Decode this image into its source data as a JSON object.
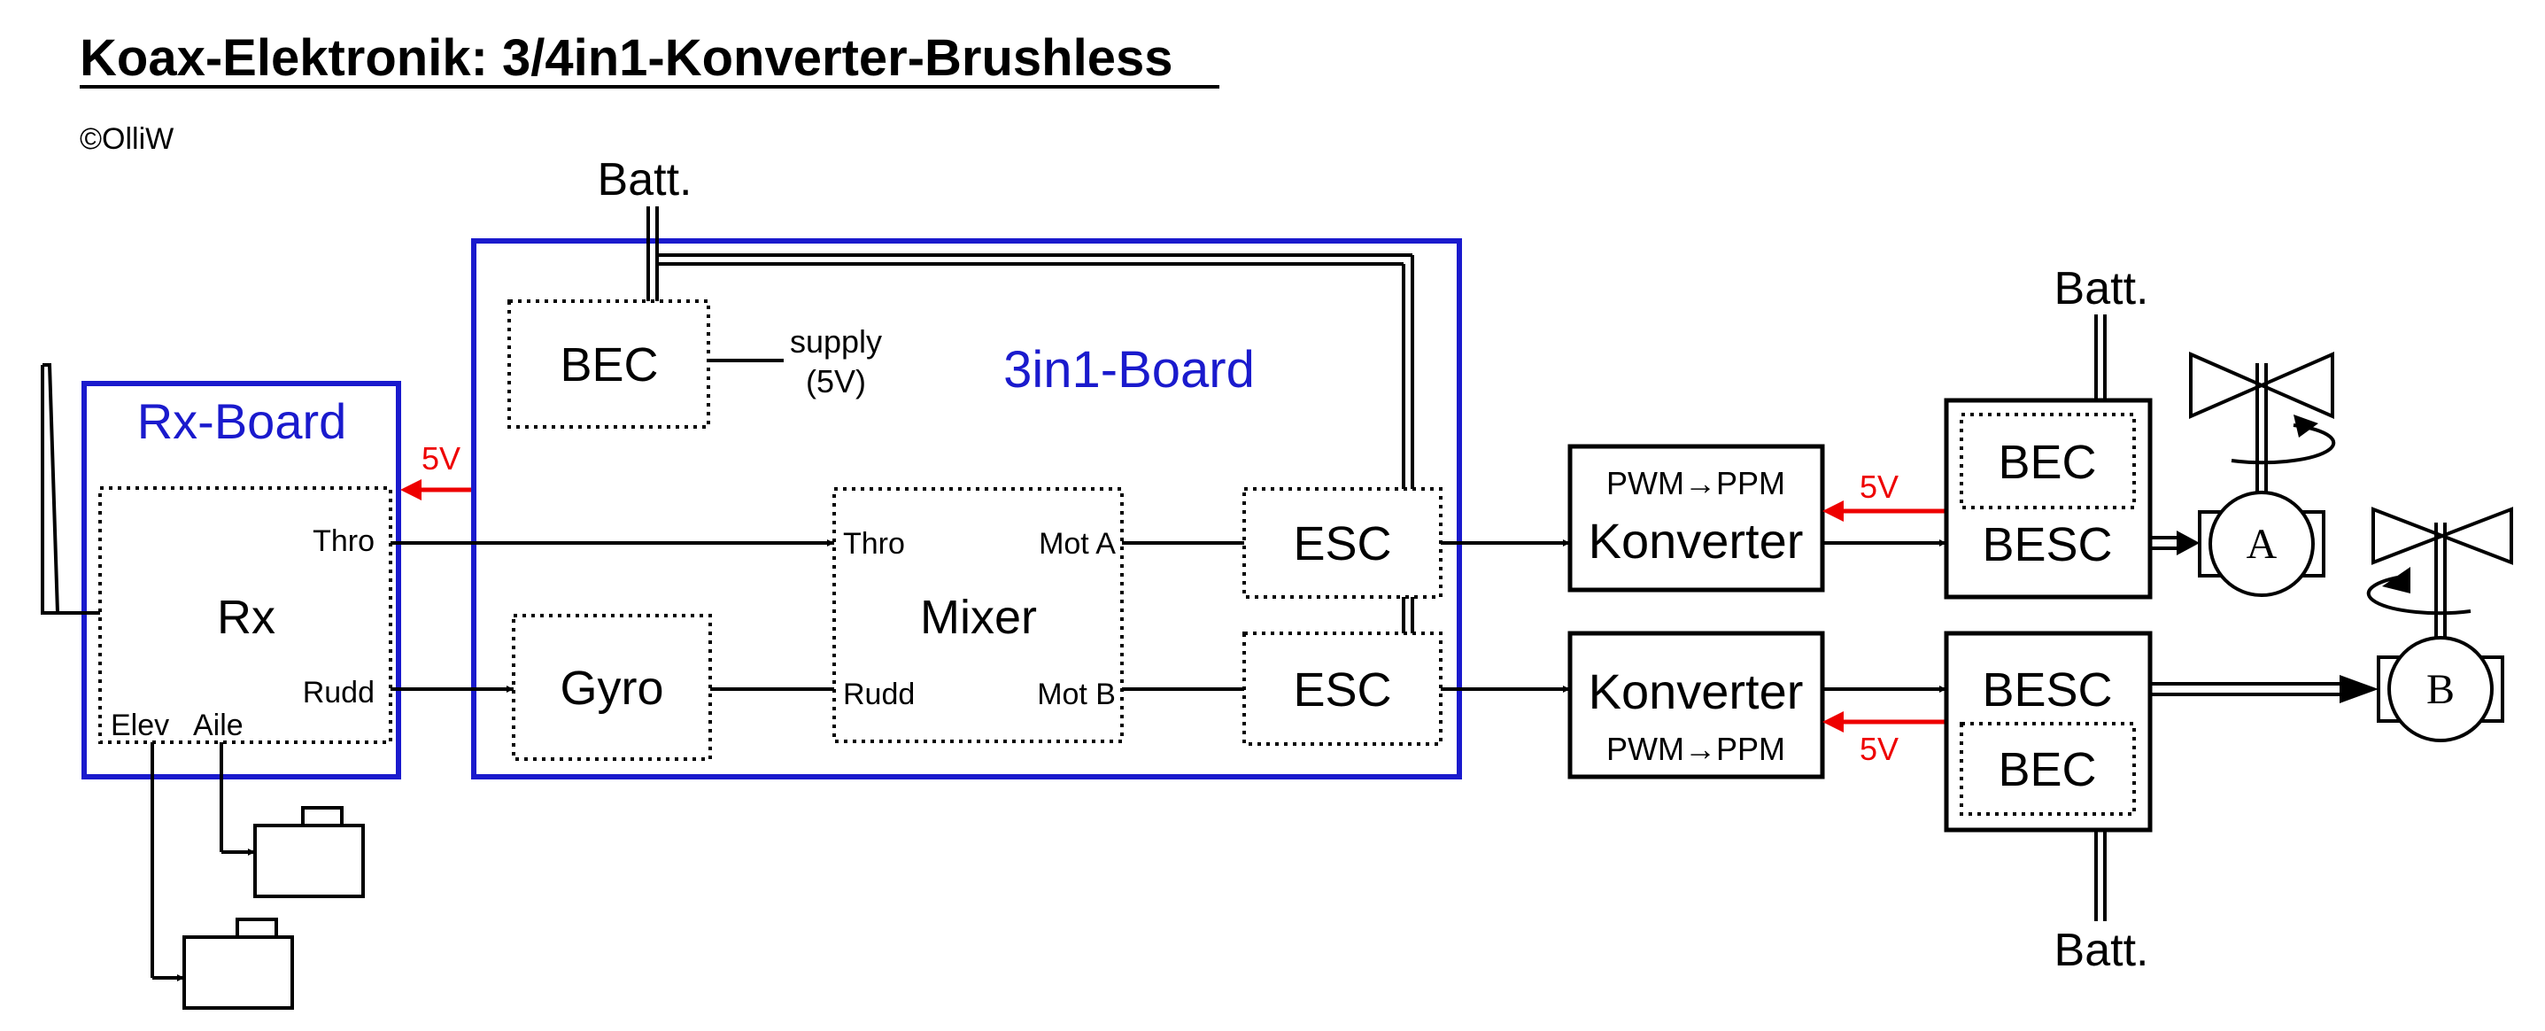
{
  "title": "Koax-Elektronik: 3/4in1-Konverter-Brushless",
  "copyright": "©OlliW",
  "colors": {
    "line": "#000000",
    "board": "#1a1acd",
    "power": "#ee0000",
    "background": "#ffffff"
  },
  "rx_board": {
    "label": "Rx-Board",
    "rx": {
      "label": "Rx",
      "thro": "Thro",
      "rudd": "Rudd",
      "elev": "Elev",
      "aile": "Aile"
    }
  },
  "board_3in1": {
    "label": "3in1-Board",
    "bec": "BEC",
    "supply_line1": "supply",
    "supply_line2": "(5V)",
    "gyro": "Gyro",
    "mixer": {
      "label": "Mixer",
      "thro": "Thro",
      "rudd": "Rudd",
      "mot_a": "Mot A",
      "mot_b": "Mot B"
    },
    "esc_a": "ESC",
    "esc_b": "ESC"
  },
  "batt_top": "Batt.",
  "voltage_rx": "5V",
  "converter_a": {
    "top": "PWM→PPM",
    "main": "Konverter",
    "voltage": "5V"
  },
  "converter_b": {
    "main": "Konverter",
    "bottom": "PWM→PPM",
    "voltage": "5V"
  },
  "besc_a": {
    "bec": "BEC",
    "besc": "BESC",
    "batt": "Batt."
  },
  "besc_b": {
    "besc": "BESC",
    "bec": "BEC",
    "batt": "Batt."
  },
  "motor_a": "A",
  "motor_b": "B"
}
